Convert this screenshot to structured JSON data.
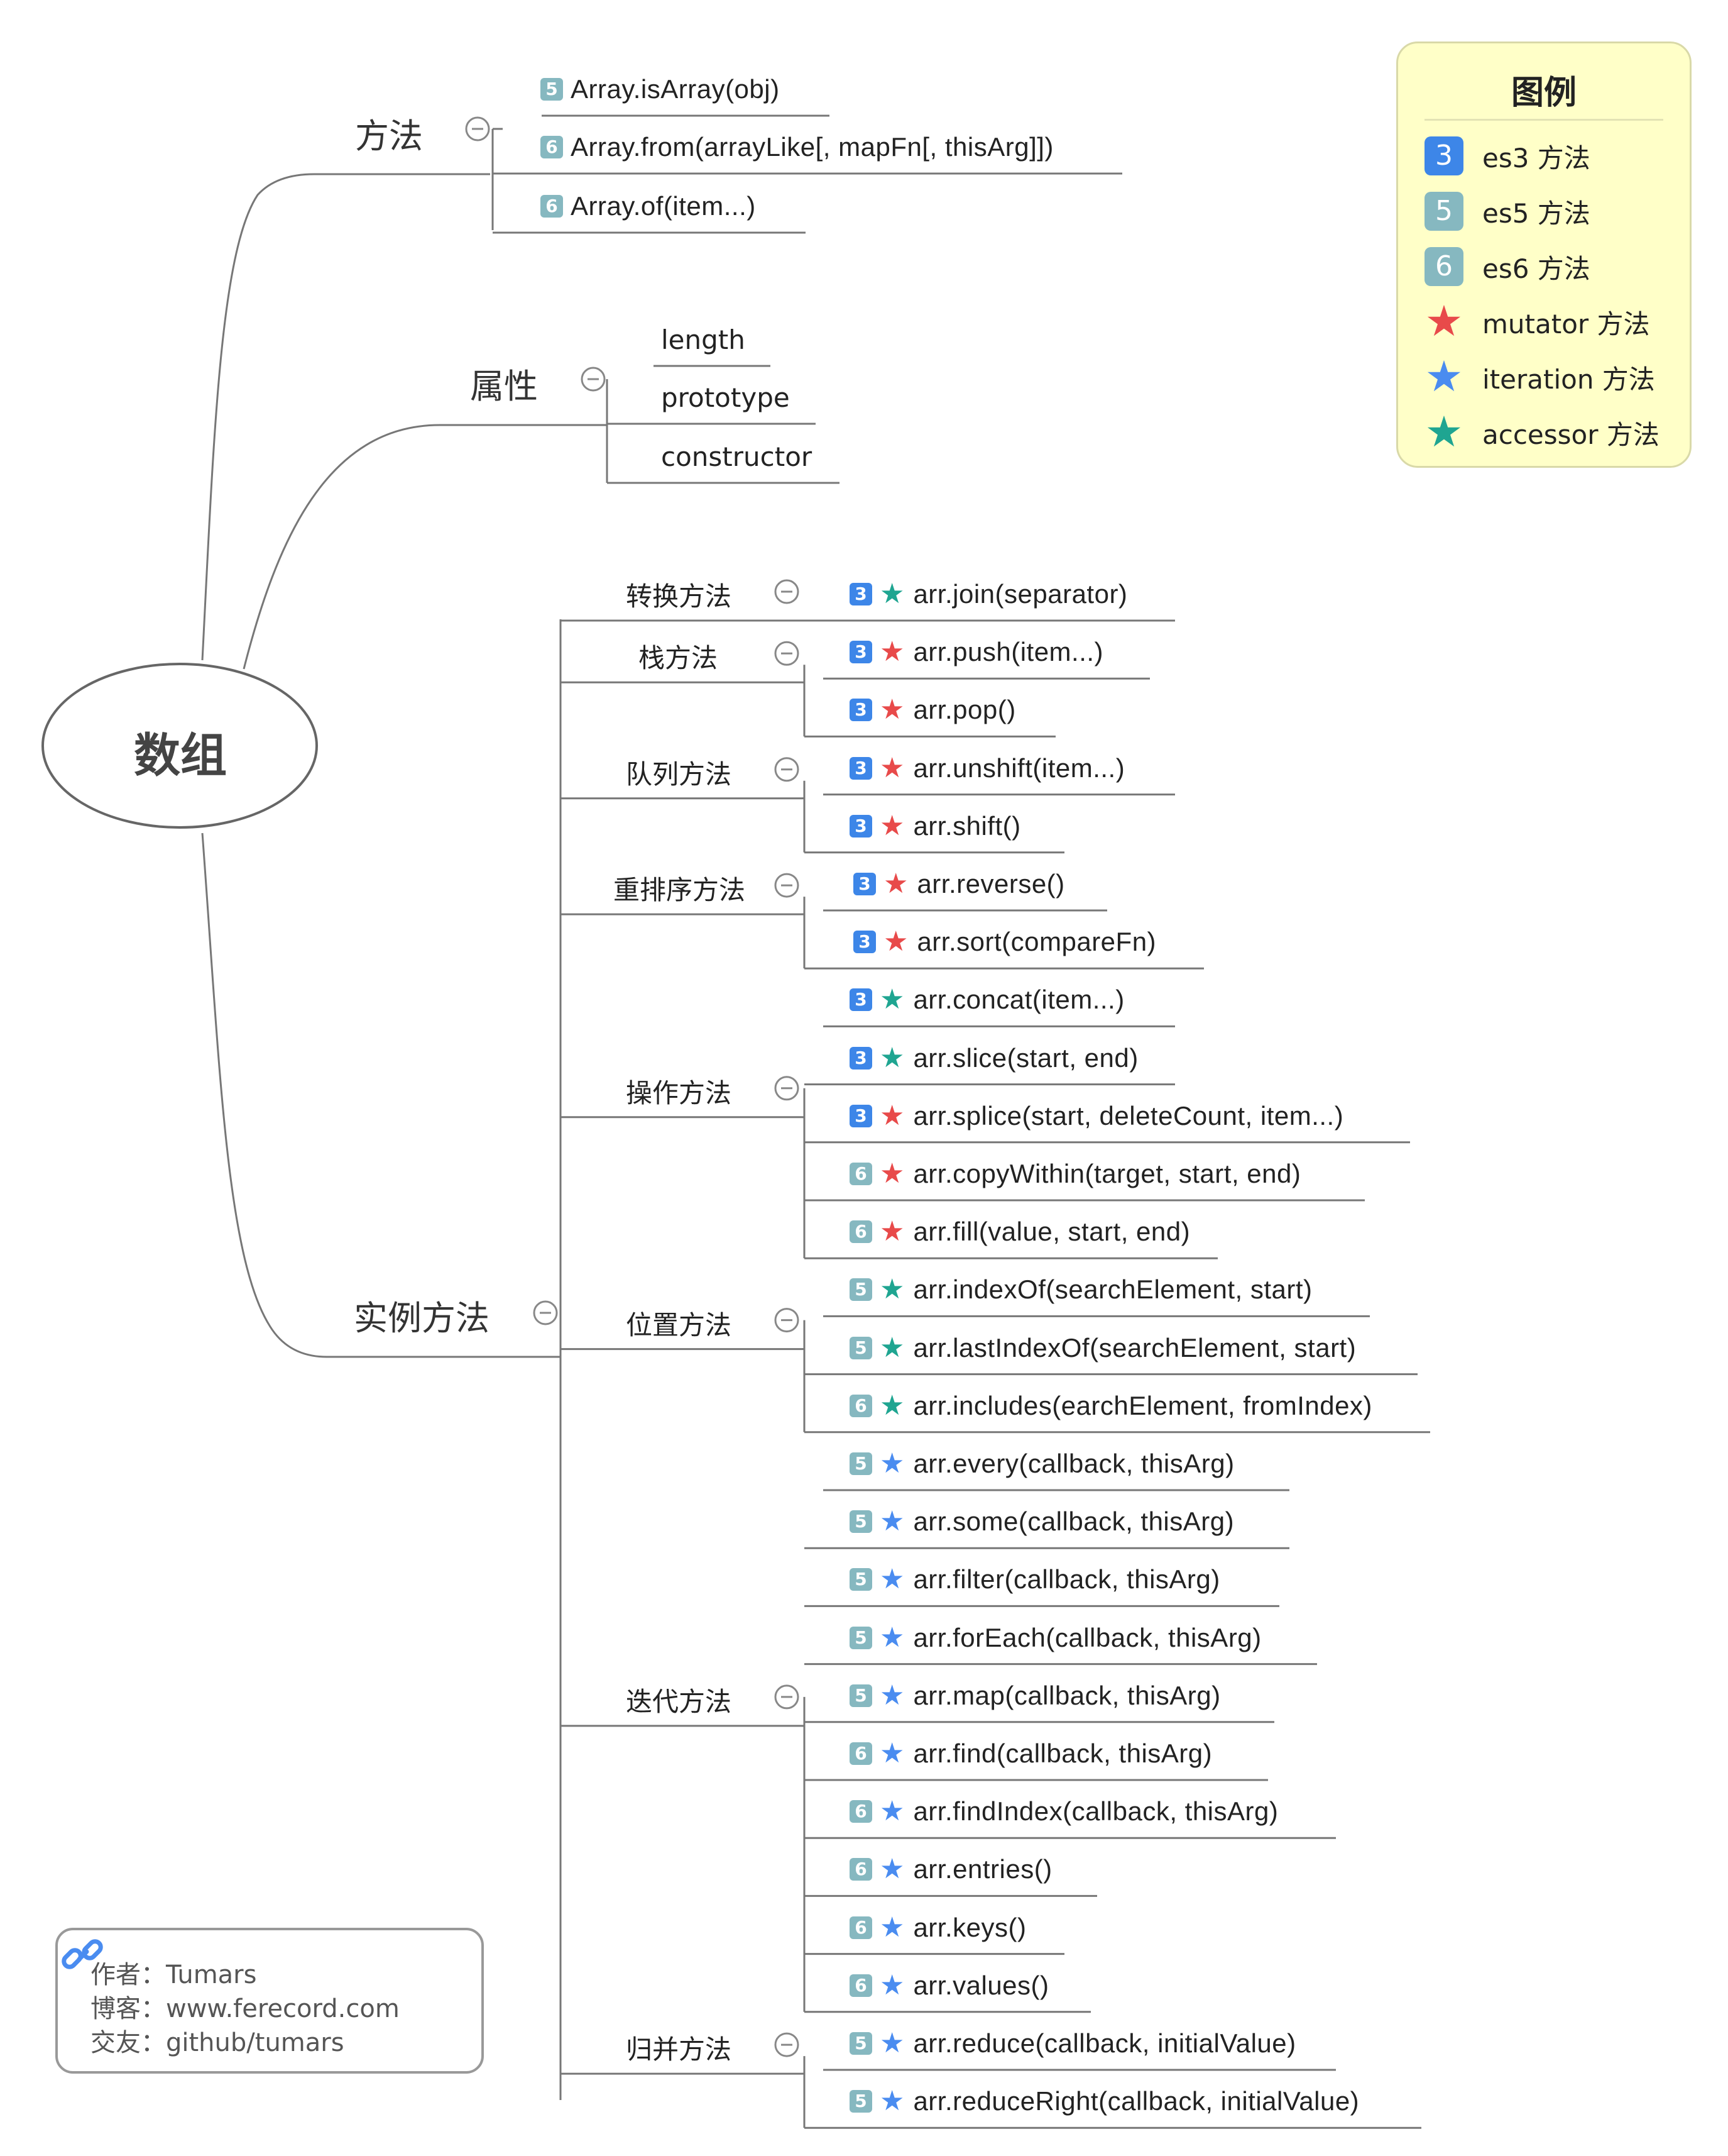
{
  "root": "数组",
  "colors": {
    "es3": "#3d86e8",
    "es5": "#86b8c0",
    "es6": "#86b8c0",
    "mutator": "#e84a4a",
    "iteration": "#4a8cf0",
    "accessor": "#1fa591",
    "line": "#777777"
  },
  "branches": {
    "methods": {
      "label": "方法",
      "items": [
        {
          "badge": "5",
          "text": "Array.isArray(obj)"
        },
        {
          "badge": "6",
          "text": "Array.from(arrayLike[, mapFn[, thisArg]])"
        },
        {
          "badge": "6",
          "text": "Array.of(item...)"
        }
      ]
    },
    "props": {
      "label": "属性",
      "items": [
        "length",
        "prototype",
        "constructor"
      ]
    },
    "instance": {
      "label": "实例方法",
      "groups": [
        {
          "label": "转换方法",
          "items": [
            {
              "badge": "3",
              "star": "accessor",
              "text": "arr.join(separator)"
            }
          ]
        },
        {
          "label": "栈方法",
          "items": [
            {
              "badge": "3",
              "star": "mutator",
              "text": "arr.push(item...)"
            },
            {
              "badge": "3",
              "star": "mutator",
              "text": "arr.pop()"
            }
          ]
        },
        {
          "label": "队列方法",
          "items": [
            {
              "badge": "3",
              "star": "mutator",
              "text": "arr.unshift(item...)"
            },
            {
              "badge": "3",
              "star": "mutator",
              "text": "arr.shift()"
            }
          ]
        },
        {
          "label": "重排序方法",
          "items": [
            {
              "badge": "3",
              "star": "mutator",
              "text": "arr.reverse()"
            },
            {
              "badge": "3",
              "star": "mutator",
              "text": "arr.sort(compareFn)"
            }
          ]
        },
        {
          "label": "操作方法",
          "items": [
            {
              "badge": "3",
              "star": "accessor",
              "text": "arr.concat(item...)"
            },
            {
              "badge": "3",
              "star": "accessor",
              "text": "arr.slice(start, end)"
            },
            {
              "badge": "3",
              "star": "mutator",
              "text": "arr.splice(start, deleteCount, item...)"
            },
            {
              "badge": "6",
              "star": "mutator",
              "text": "arr.copyWithin(target, start, end)"
            },
            {
              "badge": "6",
              "star": "mutator",
              "text": "arr.fill(value, start, end)"
            }
          ]
        },
        {
          "label": "位置方法",
          "items": [
            {
              "badge": "5",
              "star": "accessor",
              "text": "arr.indexOf(searchElement, start)"
            },
            {
              "badge": "5",
              "star": "accessor",
              "text": "arr.lastIndexOf(searchElement, start)"
            },
            {
              "badge": "6",
              "star": "accessor",
              "text": "arr.includes(earchElement, fromIndex)"
            }
          ]
        },
        {
          "label": "迭代方法",
          "items": [
            {
              "badge": "5",
              "star": "iteration",
              "text": "arr.every(callback, thisArg)"
            },
            {
              "badge": "5",
              "star": "iteration",
              "text": "arr.some(callback, thisArg)"
            },
            {
              "badge": "5",
              "star": "iteration",
              "text": "arr.filter(callback, thisArg)"
            },
            {
              "badge": "5",
              "star": "iteration",
              "text": "arr.forEach(callback, thisArg)"
            },
            {
              "badge": "5",
              "star": "iteration",
              "text": "arr.map(callback, thisArg)"
            },
            {
              "badge": "6",
              "star": "iteration",
              "text": "arr.find(callback, thisArg)"
            },
            {
              "badge": "6",
              "star": "iteration",
              "text": "arr.findIndex(callback, thisArg)"
            },
            {
              "badge": "6",
              "star": "iteration",
              "text": "arr.entries()"
            },
            {
              "badge": "6",
              "star": "iteration",
              "text": "arr.keys()"
            },
            {
              "badge": "6",
              "star": "iteration",
              "text": "arr.values()"
            }
          ]
        },
        {
          "label": "归并方法",
          "items": [
            {
              "badge": "5",
              "star": "iteration",
              "text": "arr.reduce(callback, initialValue)"
            },
            {
              "badge": "5",
              "star": "iteration",
              "text": "arr.reduceRight(callback, initialValue)"
            }
          ]
        }
      ]
    }
  },
  "legend": {
    "title": "图例",
    "rows": [
      {
        "kind": "badge",
        "symbol": "3",
        "color": "#3d86e8",
        "label": "es3 方法"
      },
      {
        "kind": "badge",
        "symbol": "5",
        "color": "#86b8c0",
        "label": "es5 方法"
      },
      {
        "kind": "badge",
        "symbol": "6",
        "color": "#86b8c0",
        "label": "es6 方法"
      },
      {
        "kind": "star",
        "symbol": "★",
        "color": "#e84a4a",
        "label": "mutator 方法"
      },
      {
        "kind": "star",
        "symbol": "★",
        "color": "#4a8cf0",
        "label": "iteration 方法"
      },
      {
        "kind": "star",
        "symbol": "★",
        "color": "#1fa591",
        "label": "accessor 方法"
      }
    ]
  },
  "credit": {
    "author": "作者：Tumars",
    "blog": "博客：www.ferecord.com",
    "friend": "交友：github/tumars",
    "link_icon": "link-icon"
  }
}
